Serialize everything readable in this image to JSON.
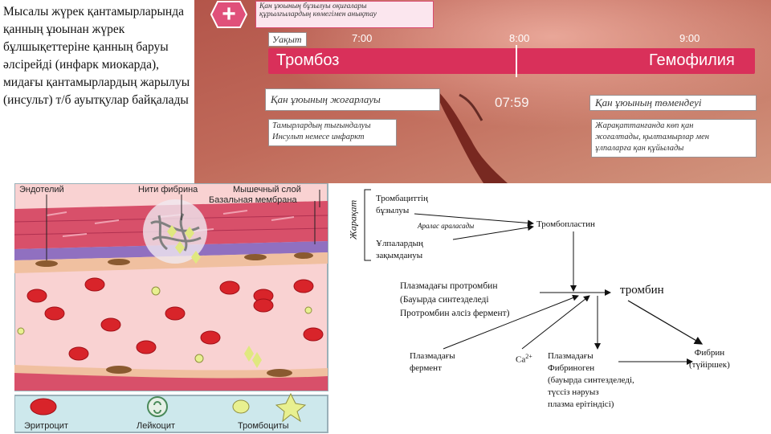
{
  "intro_text": "Мысалы жүрек қантамырларында қанның ұюынан жүрек бұлшықеттеріне қанның баруы әлсірейді (инфарк миокарда), мидағы қантамырлардың жарылуы (инсульт) т/б ауытқулар байқалады",
  "video": {
    "plus_symbol": "+",
    "header_line1": "Қан ұюының бұзылуы оқиғалары",
    "header_line2": "құрылғылардың көмегімен анықтау",
    "time_label": "Уақыт",
    "time_ticks": [
      "7:00",
      "8:00",
      "9:00"
    ],
    "bar_left": "Тромбоз",
    "bar_right": "Гемофилия",
    "high_clotting": "Қан ұюының жоғарлауы",
    "timestamp": "07:59",
    "low_clotting": "Қан ұюының төмендеуі",
    "left_note_line1": "Тамырлардың тығындалуы",
    "left_note_line2": "Инсульт немесе инфаркт",
    "right_note_line1": "Жарақаттанғанда көп қан",
    "right_note_line2": "жоғалтады, қылтамырлар мен",
    "right_note_line3": "ұлпаларға қан құйылады",
    "colors": {
      "bar": "#d9305a",
      "header_box": "#d94a70"
    }
  },
  "tissue": {
    "labels": {
      "endothelium": "Эндотелий",
      "fibrin_threads": "Нити фибрина",
      "muscle_layer": "Мышечный слой",
      "basal_membrane": "Базальная мембрана",
      "erythrocyte": "Эритроцит",
      "leukocyte": "Лейкоцит",
      "platelets": "Тромбоциты"
    },
    "colors": {
      "plasma": "#f8c8c8",
      "rbc": "#d8242a",
      "muscle": "#d8506a",
      "basal": "#9070c0",
      "legend_bg": "#cde8ec"
    }
  },
  "flow": {
    "side_label": "Жарақат",
    "platelet_destruction_line1": "Тромбациттің",
    "platelet_destruction_line2": "бұзылуы",
    "mixed_together": "Аралас араласады",
    "tissue_damage_line1": "Ұлпалардың",
    "tissue_damage_line2": "зақымдануы",
    "thromboplastin": "Тромбопластин",
    "prothrombin_line1": "Плазмадағы протромбин",
    "prothrombin_line2": "(Бауырда синтезделеді",
    "prothrombin_line3": "Протромбин әлсіз фермент)",
    "thrombin": "тромбин",
    "plasma_enzyme_line1": "Плазмадағы",
    "plasma_enzyme_line2": "фермент",
    "calcium": "Ca",
    "calcium_charge": "2+",
    "fibrinogen_line1": "Плазмадағы",
    "fibrinogen_line2": "Фибриноген",
    "fibrinogen_line3": "(бауырда синтезделеді,",
    "fibrinogen_line4": "түссіз нәруыз",
    "fibrinogen_line5": "плазма ерітіндісі)",
    "fibrin_line1": "Фибрин",
    "fibrin_line2": "(түйіршек)"
  }
}
